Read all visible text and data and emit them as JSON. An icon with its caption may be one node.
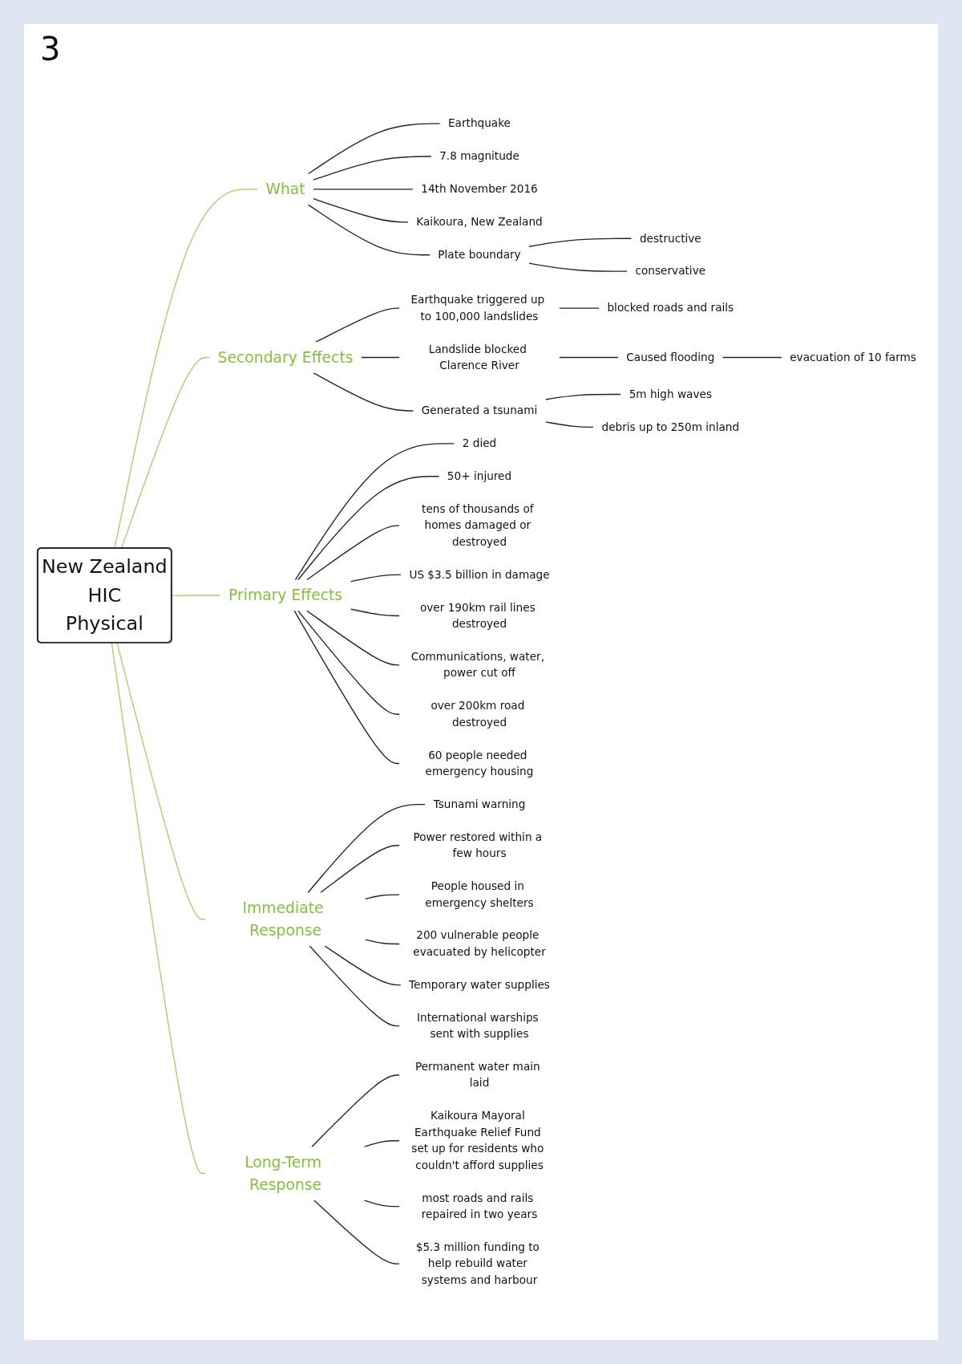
{
  "diagram": {
    "nodes": [
      {
        "text": [
          "New Zealand",
          "HIC",
          "Physical"
        ]
      },
      {
        "text": [
          "What"
        ]
      },
      {
        "text": [
          "Earthquake"
        ]
      },
      {
        "text": [
          "7.8 magnitude"
        ]
      },
      {
        "text": [
          "Plate boundary"
        ]
      },
      {
        "text": [
          "destructive"
        ]
      },
      {
        "text": [
          "conservative"
        ]
      },
      {
        "text": [
          "14th November 2016"
        ]
      },
      {
        "text": [
          "Kaikoura, New Zealand"
        ]
      },
      {
        "text": [
          "Primary Effects"
        ]
      },
      {
        "text": [
          "2 died"
        ]
      },
      {
        "text": [
          "50+ injured"
        ]
      },
      {
        "text": [
          "tens of thousands of homes damaged or destroyed"
        ]
      },
      {
        "text": [
          "US $3.5 billion in damage"
        ]
      },
      {
        "text": [
          "over 190km rail lines destroyed"
        ]
      },
      {
        "text": [
          "Communications, water, power cut off"
        ]
      },
      {
        "text": [
          "over 200km road destroyed"
        ]
      },
      {
        "text": [
          "60 people needed emergency housing"
        ]
      },
      {
        "text": [
          "Secondary Effects"
        ]
      },
      {
        "text": [
          "Earthquake triggered up to 100,000 landslides"
        ]
      },
      {
        "text": [
          "blocked roads and rails"
        ]
      },
      {
        "text": [
          "Landslide blocked Clarence River"
        ]
      },
      {
        "text": [
          "Caused flooding"
        ]
      },
      {
        "text": [
          "evacuation of 10 farms"
        ]
      },
      {
        "text": [
          "Generated a tsunami"
        ]
      },
      {
        "text": [
          "5m high waves"
        ]
      },
      {
        "text": [
          "debris up to 250m inland"
        ]
      },
      {
        "text": [
          "Immediate Response"
        ]
      },
      {
        "text": [
          "Tsunami warning"
        ]
      },
      {
        "text": [
          "Power restored within a few hours"
        ]
      },
      {
        "text": [
          "People housed in emergency shelters"
        ]
      },
      {
        "text": [
          "200 vulnerable people evacuated by helicopter"
        ]
      },
      {
        "text": [
          "Temporary water supplies"
        ]
      },
      {
        "text": [
          "International warships sent with supplies"
        ]
      },
      {
        "text": [
          "Long-Term Response"
        ]
      },
      {
        "text": [
          "Permanent water main laid"
        ]
      },
      {
        "text": [
          "Kaikoura Mayoral Earthquake Relief Fund set up for residents who couldn't afford supplies"
        ]
      },
      {
        "text": [
          "most roads and rails repaired in two years"
        ]
      },
      {
        "text": [
          "$5.3 million funding to help rebuild water systems and harbour"
        ]
      }
    ],
    "edges": [
      {
        "from": 0,
        "to": 1,
        "arrow": "none",
        "color": "#a6cf6a"
      },
      {
        "from": 1,
        "to": 2,
        "arrow": "none"
      },
      {
        "from": 1,
        "to": 3,
        "arrow": "none"
      },
      {
        "from": 1,
        "to": 4,
        "arrow": "none"
      },
      {
        "from": 4,
        "to": 5,
        "arrow": "none"
      },
      {
        "from": 4,
        "to": 6,
        "arrow": "none"
      },
      {
        "from": 1,
        "to": 7,
        "arrow": "none"
      },
      {
        "from": 1,
        "to": 8,
        "arrow": "none"
      },
      {
        "from": 0,
        "to": 9,
        "arrow": "none",
        "color": "#a6cf6a"
      },
      {
        "from": 9,
        "to": 10,
        "arrow": "none"
      },
      {
        "from": 9,
        "to": 11,
        "arrow": "none"
      },
      {
        "from": 9,
        "to": 12,
        "arrow": "none"
      },
      {
        "from": 9,
        "to": 13,
        "arrow": "none"
      },
      {
        "from": 9,
        "to": 14,
        "arrow": "none"
      },
      {
        "from": 9,
        "to": 15,
        "arrow": "none"
      },
      {
        "from": 9,
        "to": 16,
        "arrow": "none"
      },
      {
        "from": 9,
        "to": 17,
        "arrow": "none"
      },
      {
        "from": 0,
        "to": 18,
        "arrow": "none",
        "color": "#a6cf6a"
      },
      {
        "from": 18,
        "to": 19,
        "arrow": "none"
      },
      {
        "from": 19,
        "to": 20,
        "arrow": "none"
      },
      {
        "from": 18,
        "to": 21,
        "arrow": "none"
      },
      {
        "from": 21,
        "to": 22,
        "arrow": "none"
      },
      {
        "from": 22,
        "to": 23,
        "arrow": "none"
      },
      {
        "from": 18,
        "to": 24,
        "arrow": "none"
      },
      {
        "from": 24,
        "to": 25,
        "arrow": "none"
      },
      {
        "from": 24,
        "to": 26,
        "arrow": "none"
      },
      {
        "from": 0,
        "to": 27,
        "arrow": "none",
        "color": "#a6cf6a"
      },
      {
        "from": 27,
        "to": 28,
        "arrow": "none"
      },
      {
        "from": 27,
        "to": 29,
        "arrow": "none"
      },
      {
        "from": 27,
        "to": 30,
        "arrow": "none"
      },
      {
        "from": 27,
        "to": 31,
        "arrow": "none"
      },
      {
        "from": 27,
        "to": 32,
        "arrow": "none"
      },
      {
        "from": 27,
        "to": 33,
        "arrow": "none"
      },
      {
        "from": 0,
        "to": 34,
        "arrow": "none",
        "color": "#a6cf6a"
      },
      {
        "from": 34,
        "to": 35,
        "arrow": "none"
      },
      {
        "from": 34,
        "to": 36,
        "arrow": "none"
      },
      {
        "from": 34,
        "to": 37,
        "arrow": "none"
      },
      {
        "from": 34,
        "to": 38,
        "arrow": "none"
      }
    ],
    "labels": [
      "3"
    ]
  }
}
